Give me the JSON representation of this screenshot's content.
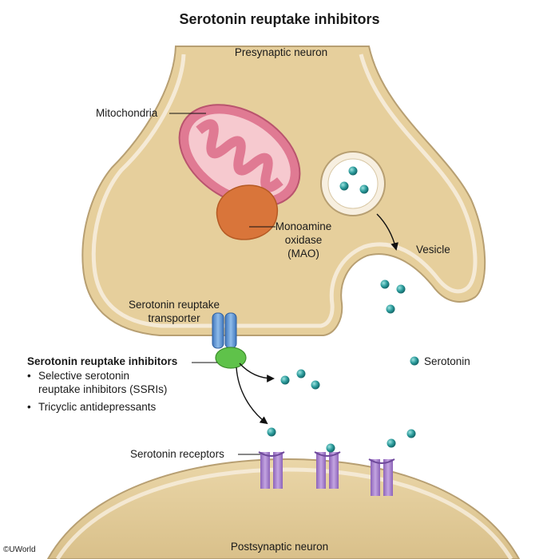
{
  "title": "Serotonin reuptake inhibitors",
  "labels": {
    "presynaptic": "Presynaptic neuron",
    "mitochondria": "Mitochondria",
    "mao_line1": "Monoamine",
    "mao_line2": "oxidase",
    "mao_line3": "(MAO)",
    "vesicle": "Vesicle",
    "transporter_line1": "Serotonin reuptake",
    "transporter_line2": "transporter",
    "serotonin": "Serotonin",
    "receptors": "Serotonin receptors",
    "postsynaptic": "Postsynaptic neuron",
    "copyright": "©UWorld"
  },
  "inhibitors": {
    "heading": "Serotonin reuptake inhibitors",
    "items": [
      {
        "line1": "Selective serotonin",
        "line2": "reuptake inhibitors (SSRIs)"
      },
      {
        "line1": "Tricyclic antidepressants",
        "line2": ""
      }
    ]
  },
  "colors": {
    "neuron_fill": "#e6cf9c",
    "neuron_outline": "#b79f72",
    "membrane": "#f7efe0",
    "mito_outer": "#e07a93",
    "mito_inner": "#f6c9cf",
    "mao": "#d9753a",
    "transporter": "#5b8fd1",
    "inhibitor": "#5fc24a",
    "receptor": "#a17ac8",
    "serotonin": "#2a9a9a"
  }
}
